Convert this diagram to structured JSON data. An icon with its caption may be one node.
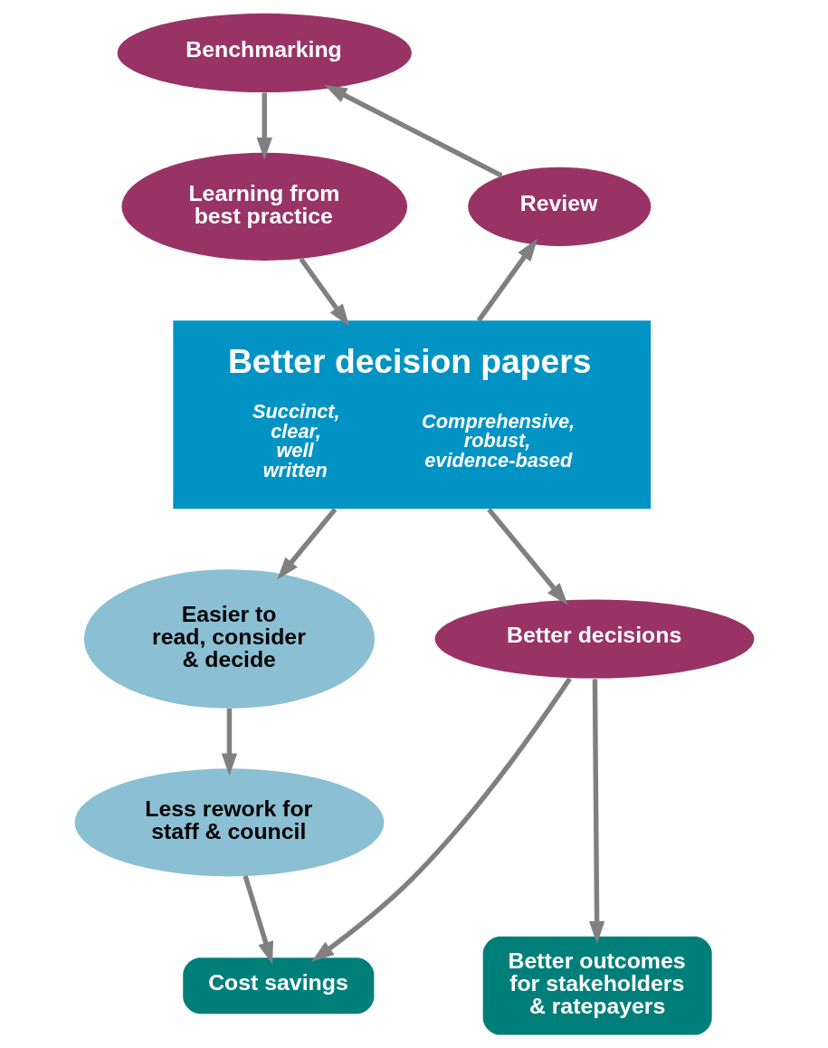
{
  "diagram": {
    "nodes": [
      {
        "text": [
          "Benchmarking"
        ]
      },
      {
        "text": [
          "Learning from best practice"
        ]
      },
      {
        "text": [
          "Review"
        ]
      },
      {
        "text": [
          "Better decision papers",
          "Succinct, clear, well written",
          "Comprehensive, robust, evidence-based"
        ]
      },
      {
        "text": [
          "Easier to read, consider & decide"
        ]
      },
      {
        "text": [
          "Better decisions"
        ]
      },
      {
        "text": [
          "Less rework for staff & council"
        ]
      },
      {
        "text": [
          "Cost savings"
        ]
      },
      {
        "text": [
          "Better outcomes for stakeholders & ratepayers"
        ]
      }
    ],
    "edges": [
      {
        "from": 0,
        "to": 1,
        "arrow": "to"
      },
      {
        "from": 1,
        "to": 3,
        "arrow": "to"
      },
      {
        "from": 3,
        "to": 2,
        "arrow": "to"
      },
      {
        "from": 2,
        "to": 0,
        "arrow": "to"
      },
      {
        "from": 3,
        "to": 4,
        "arrow": "to"
      },
      {
        "from": 3,
        "to": 5,
        "arrow": "to"
      },
      {
        "from": 4,
        "to": 6,
        "arrow": "to"
      },
      {
        "from": 6,
        "to": 7,
        "arrow": "to"
      },
      {
        "from": 5,
        "to": 7,
        "arrow": "to"
      },
      {
        "from": 5,
        "to": 8,
        "arrow": "to"
      }
    ]
  }
}
